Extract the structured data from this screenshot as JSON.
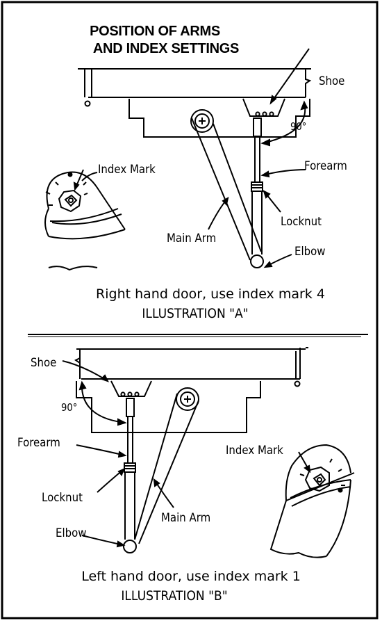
{
  "title": {
    "line1": "POSITION OF ARMS",
    "line2": "AND INDEX SETTINGS"
  },
  "illustration_a": {
    "labels": {
      "shoe": "Shoe",
      "angle": "90°",
      "forearm": "Forearm",
      "locknut": "Locknut",
      "main_arm": "Main Arm",
      "elbow": "Elbow",
      "index_mark": "Index Mark"
    },
    "caption": "Right hand door, use index mark 4",
    "name": "ILLUSTRATION \"A\""
  },
  "illustration_b": {
    "labels": {
      "shoe": "Shoe",
      "angle": "90°",
      "forearm": "Forearm",
      "locknut": "Locknut",
      "main_arm": "Main Arm",
      "elbow": "Elbow",
      "index_mark": "Index Mark"
    },
    "caption": "Left hand door, use index mark 1",
    "name": "ILLUSTRATION \"B\""
  }
}
